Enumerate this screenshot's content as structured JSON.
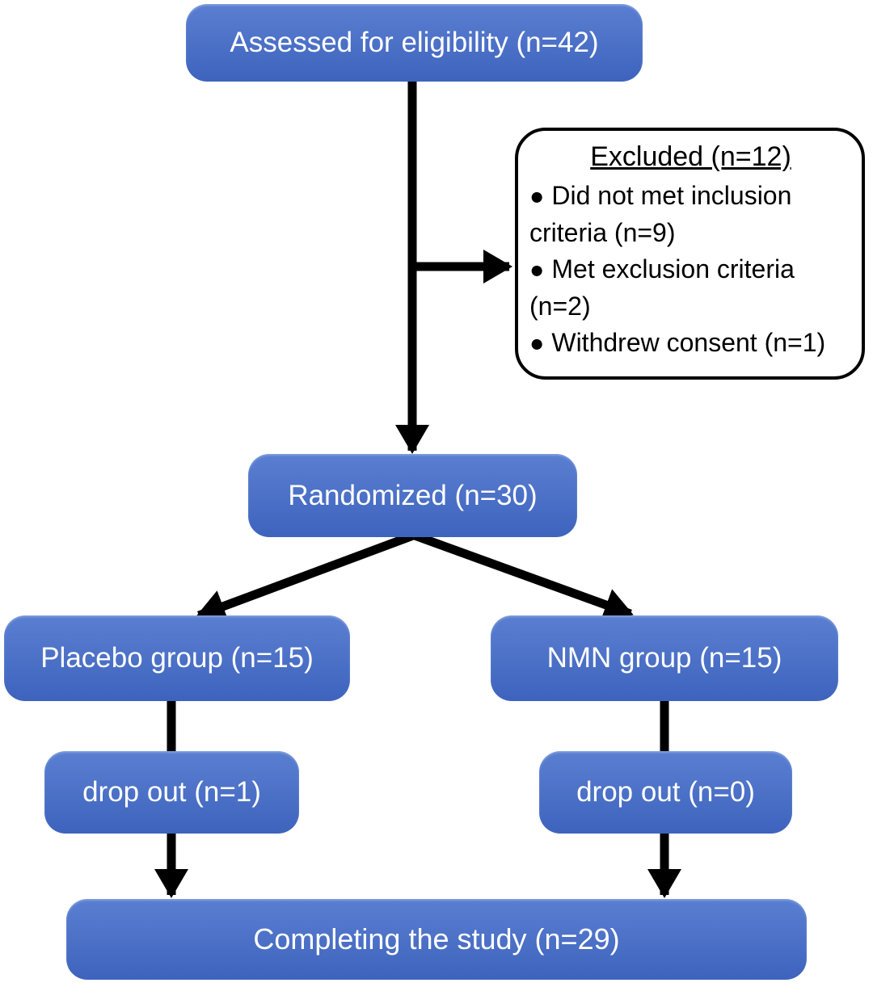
{
  "colors": {
    "canvas_bg": "#ffffff",
    "node_fill_top": "#5a7fd1",
    "node_fill_bottom": "#3e63bd",
    "node_text": "#ffffff",
    "arrow": "#000000",
    "excluded_border": "#000000",
    "excluded_bg": "#ffffff"
  },
  "nodes": {
    "assessed": {
      "label": "Assessed for eligibility (n=42)"
    },
    "randomized": {
      "label": "Randomized (n=30)"
    },
    "placebo_group": {
      "label": "Placebo group (n=15)"
    },
    "nmn_group": {
      "label": "NMN group (n=15)"
    },
    "placebo_dropout": {
      "label": "drop out (n=1)"
    },
    "nmn_dropout": {
      "label": "drop out (n=0)"
    },
    "completing": {
      "label": "Completing the study (n=29)"
    },
    "excluded": {
      "title": "Excluded (n=12)",
      "bullet_icon": "●",
      "items": [
        "Did not met inclusion criteria (n=9)",
        "Met exclusion criteria (n=2)",
        "Withdrew consent (n=1)"
      ]
    }
  }
}
